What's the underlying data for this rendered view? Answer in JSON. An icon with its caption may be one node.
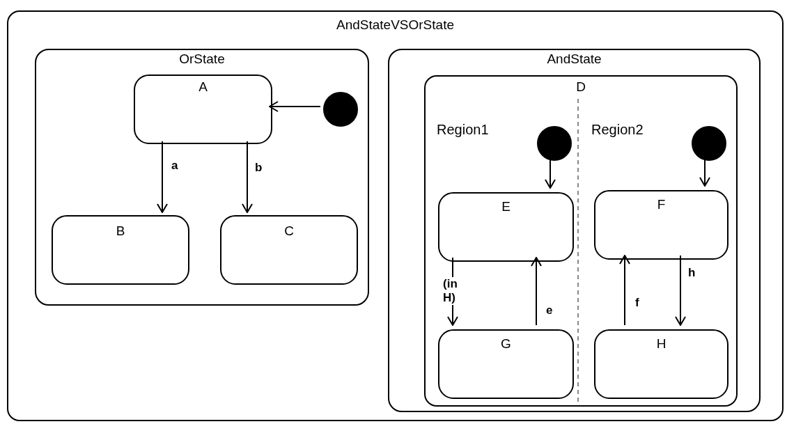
{
  "diagram": {
    "nodes": [
      {
        "text": [
          "AndStateVSOrState"
        ]
      },
      {
        "text": [
          "OrState"
        ],
        "in": 0
      },
      {
        "text": [
          "A"
        ],
        "in": 1
      },
      {
        "text": [],
        "shape": "circle",
        "in": 1
      },
      {
        "text": [
          "B"
        ],
        "in": 1
      },
      {
        "text": [
          "C"
        ],
        "in": 1
      },
      {
        "text": [
          "AndState"
        ],
        "in": 0
      },
      {
        "text": [
          "D"
        ],
        "in": 6
      },
      {
        "text": [],
        "shape": "circle",
        "in": 7
      },
      {
        "text": [
          "E"
        ],
        "in": 7
      },
      {
        "text": [],
        "shape": "circle",
        "in": 7
      },
      {
        "text": [
          "F"
        ],
        "in": 7
      },
      {
        "text": [
          "G"
        ],
        "in": 7
      },
      {
        "text": [
          "H"
        ],
        "in": 7
      }
    ],
    "edges": [
      {
        "from": 3,
        "to": 2,
        "arrow": "to"
      },
      {
        "from": 2,
        "to": 4,
        "arrow": "to",
        "label": "a"
      },
      {
        "from": 2,
        "to": 5,
        "arrow": "to",
        "label": "b"
      },
      {
        "from": 8,
        "to": 9,
        "arrow": "to"
      },
      {
        "from": 10,
        "to": 11,
        "arrow": "to"
      },
      {
        "from": 9,
        "to": 12,
        "arrow": "to",
        "label": "(in H)"
      },
      {
        "from": 12,
        "to": 9,
        "arrow": "to",
        "label": "e"
      },
      {
        "from": 13,
        "to": 11,
        "arrow": "to",
        "label": "f"
      },
      {
        "from": 11,
        "to": 13,
        "arrow": "to",
        "label": "h"
      }
    ],
    "labels": [
      "Region1",
      "Region2"
    ]
  }
}
